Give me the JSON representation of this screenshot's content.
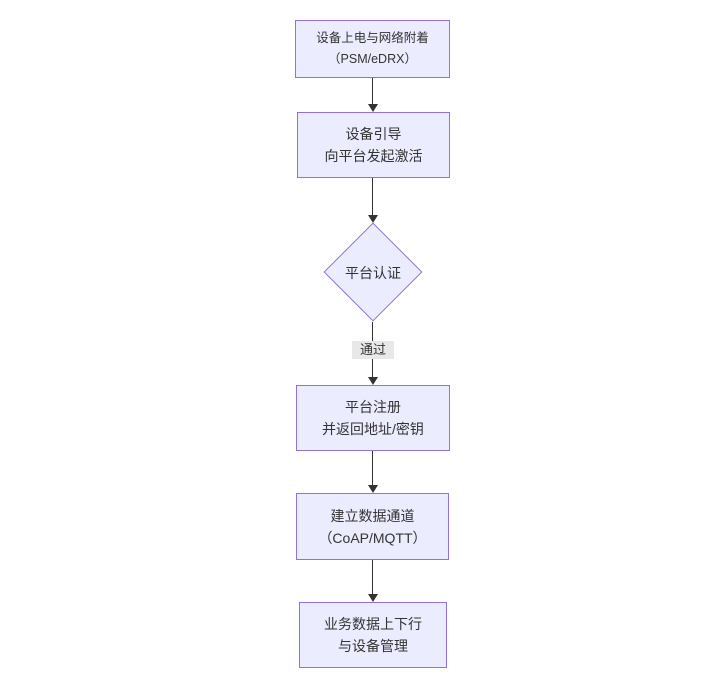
{
  "diagram": {
    "type": "flowchart-top-down",
    "nodes": [
      {
        "id": "A",
        "shape": "rect",
        "lines": [
          "设备上电与网络附着",
          "（PSM/eDRX）"
        ]
      },
      {
        "id": "B",
        "shape": "rect",
        "lines": [
          "设备引导",
          "向平台发起激活"
        ]
      },
      {
        "id": "C",
        "shape": "diamond",
        "lines": [
          "平台认证"
        ]
      },
      {
        "id": "D",
        "shape": "rect",
        "lines": [
          "平台注册",
          "并返回地址/密钥"
        ]
      },
      {
        "id": "E",
        "shape": "rect",
        "lines": [
          "建立数据通道",
          "（CoAP/MQTT）"
        ]
      },
      {
        "id": "F",
        "shape": "rect",
        "lines": [
          "业务数据上下行",
          "与设备管理"
        ]
      }
    ],
    "edges": [
      {
        "from": "A",
        "to": "B",
        "label": ""
      },
      {
        "from": "B",
        "to": "C",
        "label": ""
      },
      {
        "from": "C",
        "to": "D",
        "label": "通过"
      },
      {
        "from": "D",
        "to": "E",
        "label": ""
      },
      {
        "from": "E",
        "to": "F",
        "label": ""
      }
    ],
    "colors": {
      "node_fill": "#ECECFF",
      "node_border": "#9370DB",
      "edge_line": "#333333",
      "edge_label_bg": "#E8E8E8",
      "text": "#333333",
      "background": "#FFFFFF"
    }
  }
}
